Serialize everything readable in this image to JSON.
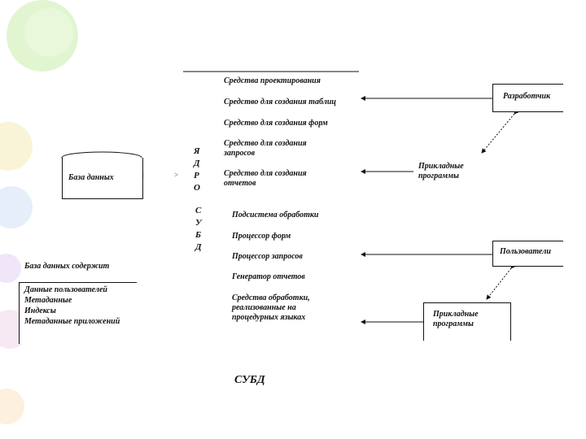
{
  "diagram": {
    "db_label": "База данных",
    "kernel_letters": [
      "Я",
      "Д",
      "Р",
      "О"
    ],
    "dbms_letters": [
      "С",
      "У",
      "Б",
      "Д"
    ],
    "tools": [
      "Средства проектирования",
      "Средство для создания таблиц",
      "Средство для создания форм",
      "Средство для создания\nзапросов",
      "Средство для создания\nотчетов"
    ],
    "processors": [
      "Подсистема обработки",
      "Процессор форм",
      "Процессор запросов",
      "Генератор отчетов",
      "Средства обработки,\nреализованные на\nпроцедурных языках"
    ],
    "developer": "Разработчик",
    "app_programs_top": "Прикладные\nпрограммы",
    "users": "Пользователи",
    "app_programs_bottom": "Прикладные\nпрограммы",
    "db_contains_title": "База данных содержит",
    "db_contains_items": [
      "Данные пользователей",
      "Метаданные",
      "Индексы",
      "Метаданные приложений"
    ],
    "caption": "СУБД"
  }
}
